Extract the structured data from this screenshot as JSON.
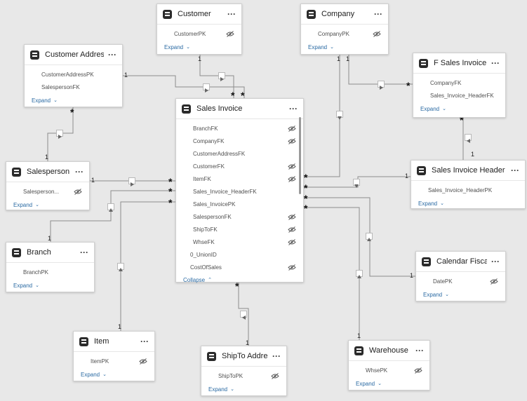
{
  "tables": {
    "customer": {
      "title": "Customer",
      "fields": [
        "CustomerPK"
      ],
      "footer": "Expand"
    },
    "company": {
      "title": "Company",
      "fields": [
        "CompanyPK"
      ],
      "footer": "Expand"
    },
    "customer_address": {
      "title": "Customer Address",
      "fields": [
        "CustomerAddressPK",
        "SalespersonFK"
      ],
      "footer": "Expand"
    },
    "f_sales_invoice_header": {
      "title": "F Sales Invoice Header",
      "fields": [
        "CompanyFK",
        "Sales_Invoice_HeaderFK"
      ],
      "footer": "Expand"
    },
    "sales_invoice": {
      "title": "Sales Invoice",
      "fields": [
        "BranchFK",
        "CompanyFK",
        "CustomerAddressFK",
        "CustomerFK",
        "ItemFK",
        "Sales_Invoice_HeaderFK",
        "Sales_InvoicePK",
        "SalespersonFK",
        "ShipToFK",
        "WhseFK",
        "0_UnionID",
        "CostOfSales"
      ],
      "footer": "Collapse"
    },
    "salesperson": {
      "title": "Salesperson",
      "fields": [
        "Salesperson..."
      ],
      "footer": "Expand"
    },
    "sales_invoice_header": {
      "title": "Sales Invoice Header",
      "fields": [
        "Sales_Invoice_HeaderPK"
      ],
      "footer": "Expand"
    },
    "branch": {
      "title": "Branch",
      "fields": [
        "BranchPK"
      ],
      "footer": "Expand"
    },
    "calendar_fiscal": {
      "title": "Calendar Fiscal",
      "fields": [
        "DatePK"
      ],
      "footer": "Expand"
    },
    "item": {
      "title": "Item",
      "fields": [
        "ItemPK"
      ],
      "footer": "Expand"
    },
    "shipto_address": {
      "title": "ShipTo Address",
      "fields": [
        "ShipToPK"
      ],
      "footer": "Expand"
    },
    "warehouse": {
      "title": "Warehouse",
      "fields": [
        "WhsePK"
      ],
      "footer": "Expand"
    }
  },
  "cardinality": {
    "one": "1",
    "many": "*"
  },
  "more_glyph": "···"
}
